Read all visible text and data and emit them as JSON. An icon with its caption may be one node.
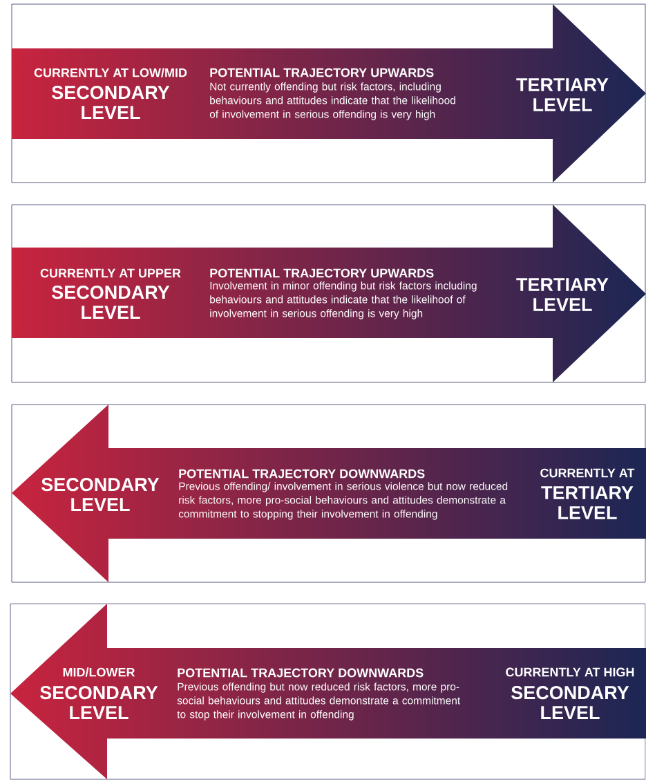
{
  "diagram": {
    "nodes": [
      {
        "text": [],
        "shape": "box"
      },
      {
        "text": [
          "CURRENTLY AT LOW/MID",
          "SECONDARY LEVEL",
          "POTENTIAL TRAJECTORY UPWARDS",
          "Not currently offending but risk factors, including behaviours and attitudes indicate that the likelihood of involvement in serious offending is very high",
          "TERTIARY LEVEL"
        ],
        "in": 0
      },
      {
        "text": [],
        "shape": "box"
      },
      {
        "text": [
          "CURRENTLY AT UPPER",
          "SECONDARY LEVEL",
          "POTENTIAL TRAJECTORY UPWARDS",
          "Involvement in minor offending but risk factors including behaviours and attitudes indicate that the likelihoof of involvement in serious offending is very high",
          "TERTIARY LEVEL"
        ],
        "in": 2
      },
      {
        "text": [],
        "shape": "box"
      },
      {
        "text": [
          "SECONDARY LEVEL",
          "POTENTIAL TRAJECTORY DOWNWARDS",
          "Previous offending/ involvement in serious violence but now reduced risk factors, more pro-social behaviours and attitudes demonstrate a commitment to stopping their involvement in offending",
          "CURRENTLY AT",
          "TERTIARY LEVEL"
        ],
        "in": 4
      },
      {
        "text": [],
        "shape": "box"
      },
      {
        "text": [
          "MID/LOWER",
          "SECONDARY LEVEL",
          "POTENTIAL TRAJECTORY DOWNWARDS",
          "Previous offending but now reduced risk factors, more pro-social behaviours and attitudes demonstrate a commitment to stop their involvement in offending",
          "CURRENTLY AT HIGH",
          "SECONDARY LEVEL"
        ],
        "in": 6
      }
    ]
  }
}
